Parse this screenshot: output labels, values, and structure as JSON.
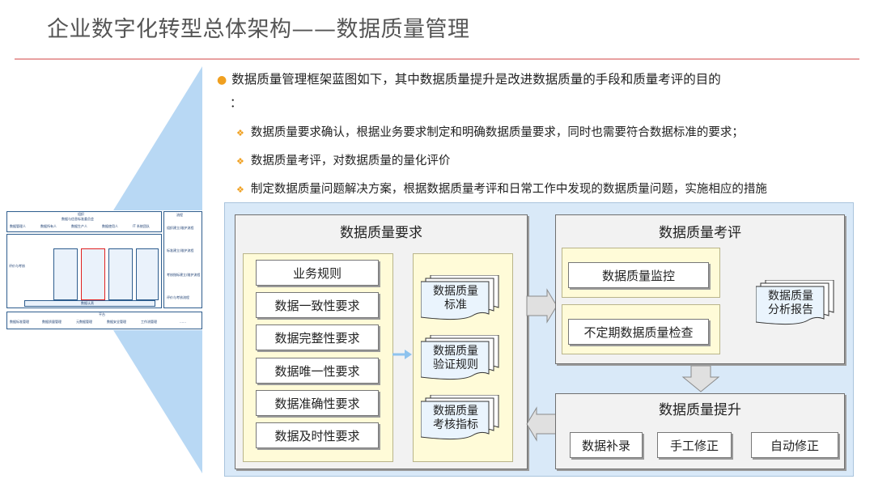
{
  "page": {
    "title": "企业数字化转型总体架构——数据质量管理"
  },
  "intro": {
    "main_bullet": "数据质量管理框架蓝图如下，其中数据质量提升是改进数据质量的手段和质量考评的目的",
    "colon": "：",
    "sub_bullets": [
      "数据质量要求确认，根据业务要求制定和明确数据质量要求，同时也需要符合数据标准的要求；",
      "数据质量考评，对数据质量的量化评价",
      "制定数据质量问题解决方案，根据数据质量考评和日常工作中发现的数据质量问题，实施相应的措施"
    ]
  },
  "diagram": {
    "requirements": {
      "title": "数据质量要求",
      "items": [
        "业务规则",
        "数据一致性要求",
        "数据完整性要求",
        "数据唯一性要求",
        "数据准确性要求",
        "数据及时性要求"
      ],
      "docs": [
        {
          "line1": "数据质量",
          "line2": "标准"
        },
        {
          "line1": "数据质量",
          "line2": "验证规则"
        },
        {
          "line1": "数据质量",
          "line2": "考核指标"
        }
      ]
    },
    "evaluation": {
      "title": "数据质量考评",
      "items": [
        "数据质量监控",
        "不定期数据质量检查"
      ],
      "report": {
        "line1": "数据质量",
        "line2": "分析报告"
      }
    },
    "improvement": {
      "title": "数据质量提升",
      "items": [
        "数据补录",
        "手工修正",
        "自动修正"
      ]
    },
    "colors": {
      "frame_bg": "#d9e9f8",
      "panel_bg": "#f2f2f2",
      "yellow_bg": "#fffbd8",
      "arrow_blue": "#8ec3ee",
      "bullet_orange": "#f0a020",
      "title_rule": "#e8a1a1"
    }
  },
  "thumbnail": {
    "org": "组织",
    "committee": "数据与信息标准委员会",
    "roles": [
      "数据管理人",
      "数据所有人",
      "数据生产人",
      "数据使用人",
      "IT 系统团队"
    ],
    "process": "流程",
    "eval": "评价与考核",
    "platform": "平台",
    "platform_items": [
      "数据标准管理",
      "数据质量管理",
      "元数据管理",
      "数据安全管理",
      "工作流管理",
      "……"
    ],
    "right_items": [
      "组织建立/维护流程",
      "标准建立/维护流程",
      "考核指标建立/维护流程",
      "评价与考核流程"
    ],
    "mid_label": "数据认责"
  }
}
